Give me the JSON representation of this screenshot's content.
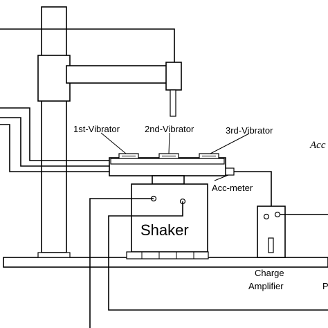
{
  "labels": {
    "vibrator_1": "1st-Vibrator",
    "vibrator_2": "2nd-Vibrator",
    "vibrator_3": "3rd-Vibrator",
    "acc_meter": "Acc-meter",
    "shaker": "Shaker",
    "charge_line1": "Charge",
    "charge_line2": "Amplifier",
    "right_fragment": "Acc",
    "right_bottom_fragment": "P"
  }
}
